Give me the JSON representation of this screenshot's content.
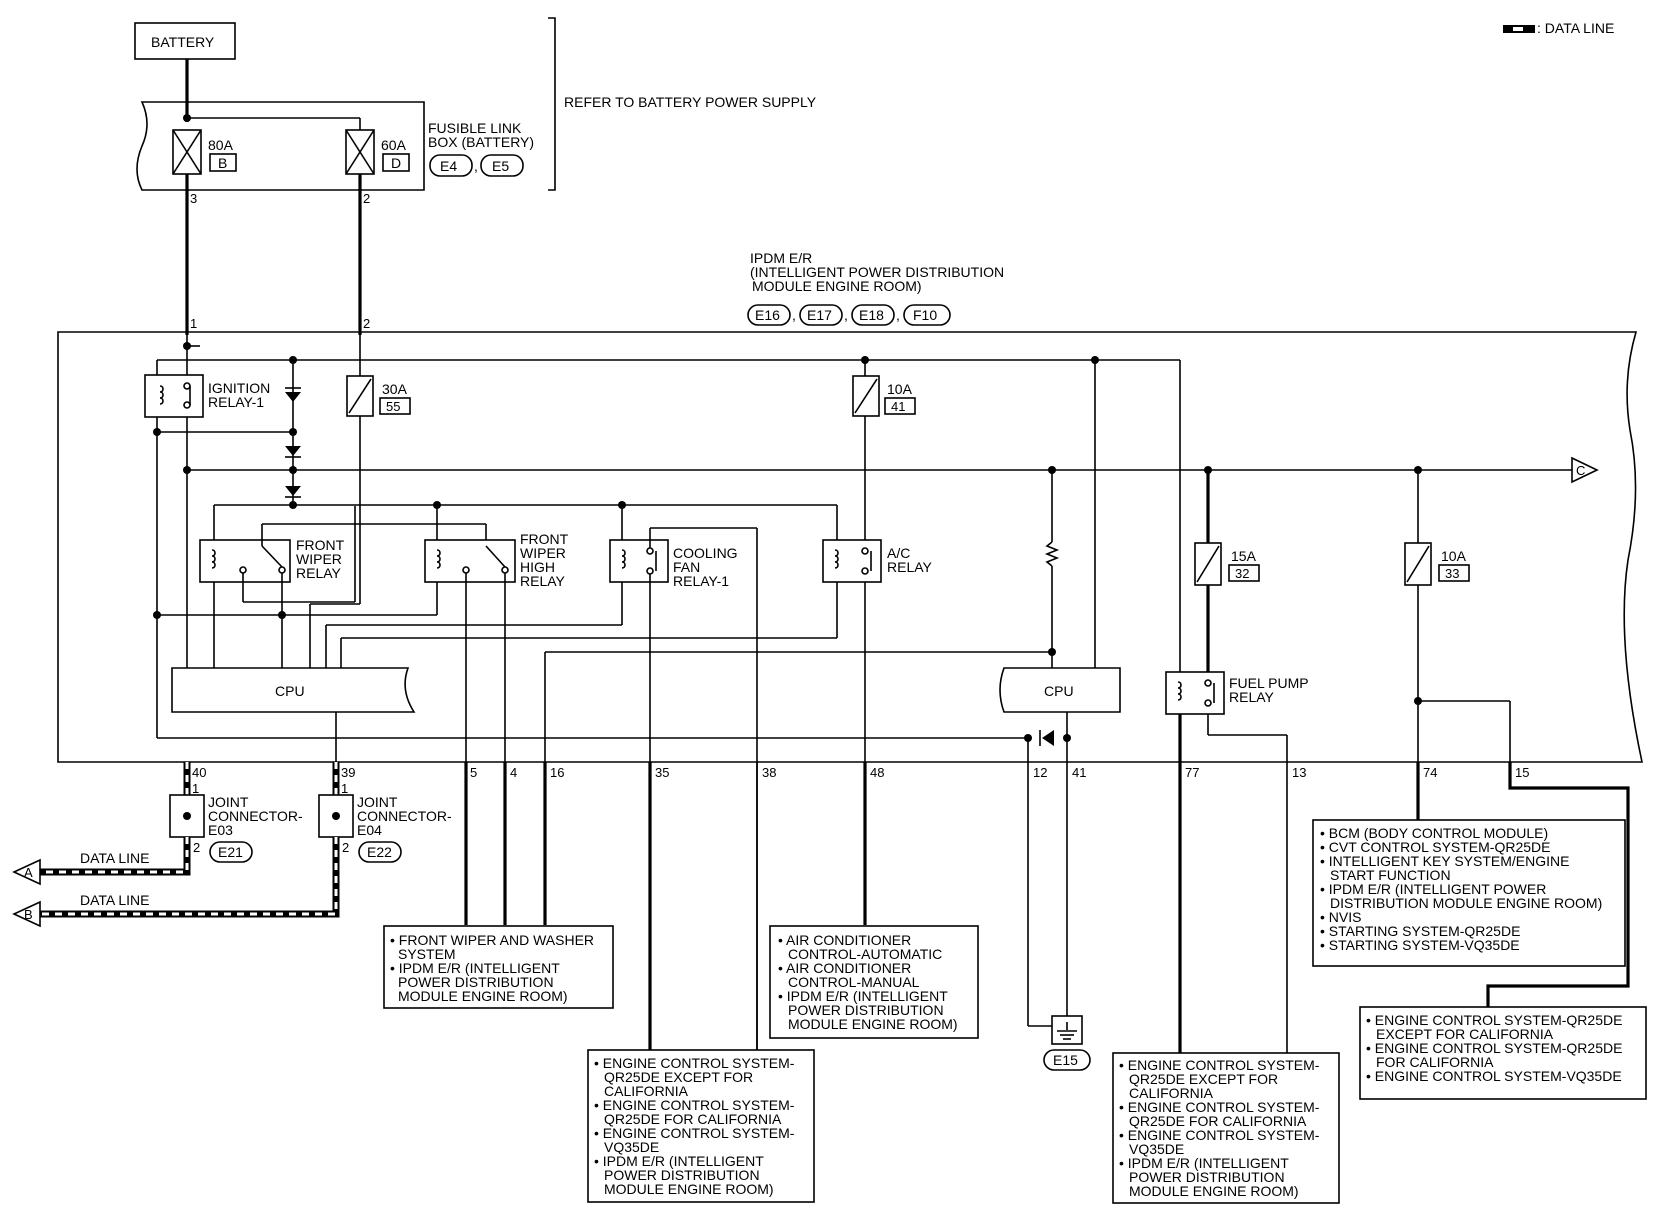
{
  "legend": {
    "data_line": ": DATA LINE"
  },
  "battery": {
    "label": "BATTERY"
  },
  "fusible_link": {
    "name_line1": "FUSIBLE LINK",
    "name_line2": "BOX (BATTERY)",
    "fuse_b": {
      "amps": "80A",
      "code": "B"
    },
    "fuse_d": {
      "amps": "60A",
      "code": "D"
    },
    "connectors": [
      "E4",
      "E5"
    ],
    "pin_left": "3",
    "pin_right": "2"
  },
  "refer_note": "REFER TO BATTERY POWER SUPPLY",
  "ipdm": {
    "line1": "IPDM E/R",
    "line2": "(INTELLIGENT POWER DISTRIBUTION",
    "line3": "MODULE ENGINE ROOM)",
    "connectors": [
      "E16",
      "E17",
      "E18",
      "F10"
    ],
    "pin_in_1": "1",
    "pin_in_2": "2"
  },
  "relays": {
    "ignition": [
      "IGNITION",
      "RELAY-1"
    ],
    "front_wiper": [
      "FRONT",
      "WIPER",
      "RELAY"
    ],
    "front_wiper_high": [
      "FRONT",
      "WIPER",
      "HIGH",
      "RELAY"
    ],
    "cooling_fan": [
      "COOLING",
      "FAN",
      "RELAY-1"
    ],
    "ac": [
      "A/C",
      "RELAY"
    ],
    "fuel_pump": [
      "FUEL PUMP",
      "RELAY"
    ]
  },
  "fuses": {
    "f55": {
      "amps": "30A",
      "num": "55"
    },
    "f41": {
      "amps": "10A",
      "num": "41"
    },
    "f32": {
      "amps": "15A",
      "num": "32"
    },
    "f33": {
      "amps": "10A",
      "num": "33"
    }
  },
  "cpu_label": "CPU",
  "offpage_c": "C",
  "pins": {
    "p40": "40",
    "p39": "39",
    "p5": "5",
    "p4": "4",
    "p16": "16",
    "p35": "35",
    "p38": "38",
    "p48": "48",
    "p12": "12",
    "p41": "41",
    "p77": "77",
    "p13": "13",
    "p74": "74",
    "p15": "15"
  },
  "joint_e03": {
    "line1": "JOINT",
    "line2": "CONNECTOR-",
    "line3": "E03",
    "pin_top": "1",
    "pin_bottom": "2",
    "connector": "E21"
  },
  "joint_e04": {
    "line1": "JOINT",
    "line2": "CONNECTOR-",
    "line3": "E04",
    "pin_top": "1",
    "pin_bottom": "2",
    "connector": "E22"
  },
  "data_lines": {
    "a_label": "DATA LINE",
    "a_ref": "A",
    "b_label": "DATA LINE",
    "b_ref": "B"
  },
  "ground": {
    "connector": "E15"
  },
  "boxes": {
    "wiper": [
      "FRONT WIPER AND WASHER",
      "SYSTEM",
      "IPDM E/R (INTELLIGENT",
      "POWER DISTRIBUTION",
      "MODULE ENGINE ROOM)"
    ],
    "aircon": [
      "AIR CONDITIONER",
      "CONTROL-AUTOMATIC",
      "AIR CONDITIONER",
      "CONTROL-MANUAL",
      "IPDM E/R (INTELLIGENT",
      "POWER DISTRIBUTION",
      "MODULE ENGINE ROOM)"
    ],
    "engine_left": [
      "ENGINE CONTROL SYSTEM-",
      "QR25DE EXCEPT FOR",
      "CALIFORNIA",
      "ENGINE CONTROL SYSTEM-",
      "QR25DE FOR CALIFORNIA",
      "ENGINE CONTROL SYSTEM-",
      "VQ35DE",
      "IPDM E/R (INTELLIGENT",
      "POWER DISTRIBUTION",
      "MODULE ENGINE ROOM)"
    ],
    "engine_mid": [
      "ENGINE CONTROL SYSTEM-",
      "QR25DE EXCEPT FOR",
      "CALIFORNIA",
      "ENGINE CONTROL SYSTEM-",
      "QR25DE FOR CALIFORNIA",
      "ENGINE CONTROL SYSTEM-",
      "VQ35DE",
      "IPDM E/R (INTELLIGENT",
      "POWER DISTRIBUTION",
      "MODULE ENGINE ROOM)"
    ],
    "bcm": [
      "BCM (BODY CONTROL MODULE)",
      "CVT CONTROL SYSTEM-QR25DE",
      "INTELLIGENT KEY SYSTEM/ENGINE",
      "START FUNCTION",
      "IPDM E/R (INTELLIGENT POWER",
      "DISTRIBUTION MODULE ENGINE ROOM)",
      "NVIS",
      "STARTING SYSTEM-QR25DE",
      "STARTING SYSTEM-VQ35DE"
    ],
    "engine_right": [
      "ENGINE CONTROL SYSTEM-QR25DE",
      "EXCEPT FOR CALIFORNIA",
      "ENGINE CONTROL SYSTEM-QR25DE",
      "FOR CALIFORNIA",
      "ENGINE CONTROL SYSTEM-VQ35DE"
    ]
  }
}
